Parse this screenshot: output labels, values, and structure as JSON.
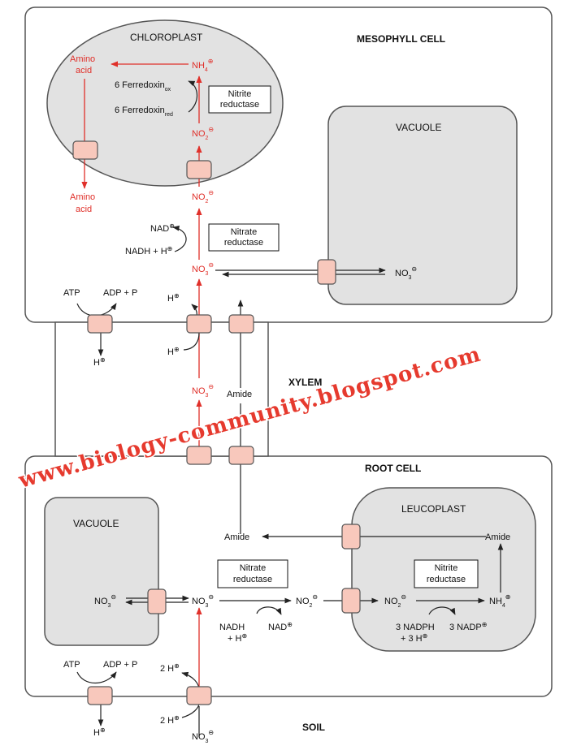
{
  "compartments": {
    "mesophyll_cell": "MESOPHYLL CELL",
    "chloroplast": "CHLOROPLAST",
    "vacuole_top": "VACUOLE",
    "xylem": "XYLEM",
    "root_cell": "ROOT CELL",
    "leucoplast": "LEUCOPLAST",
    "vacuole_bottom": "VACUOLE",
    "soil": "SOIL"
  },
  "enzymes": {
    "nitrite_reductase_line1": "Nitrite",
    "nitrite_reductase_line2": "reductase",
    "nitrate_reductase_line1": "Nitrate",
    "nitrate_reductase_line2": "reductase"
  },
  "molecules": {
    "amino_acid_line1": "Amino",
    "amino_acid_line2": "acid",
    "nh4": "NH",
    "nh4_sub": "4",
    "no2": "NO",
    "no2_sub": "2",
    "no3": "NO",
    "no3_sub": "3",
    "ferredoxin": "6 Ferredoxin",
    "ferredoxin_ox_sub": "ox",
    "ferredoxin_red_sub": "red",
    "nad": "NAD",
    "nadh": "NADH + H",
    "nadh_line1": "NADH",
    "nadh_line2": "+ H",
    "nadph_line1": "3 NADPH",
    "nadph_line2": "+ 3 H",
    "nadp": "3 NADP",
    "atp": "ATP",
    "adp": "ADP + P",
    "h": "H",
    "two_h": "2 H",
    "amide": "Amide",
    "minus": "⊖",
    "plus": "⊕"
  },
  "watermark": "www.biology-community.blogspot.com",
  "colors": {
    "pathway_red": "#e0302a",
    "transporter_fill": "#f8c8bc",
    "compartment_fill": "#e2e2e2",
    "line": "#333333",
    "watermark": "#e63a2e"
  }
}
